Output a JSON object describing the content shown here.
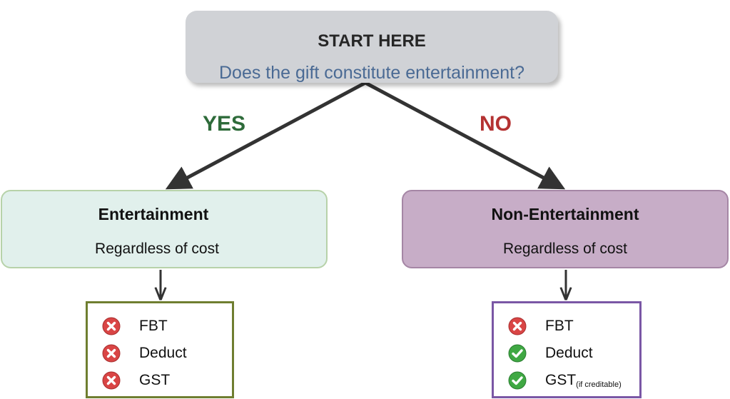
{
  "start": {
    "title": "START HERE",
    "question": "Does the gift constitute entertainment?"
  },
  "branches": {
    "yes_label": "YES",
    "no_label": "NO"
  },
  "entertainment": {
    "title": "Entertainment",
    "subtitle": "Regardless of cost",
    "results": [
      {
        "label": "FBT",
        "suffix": "",
        "status": "cross",
        "icon": "red-x-icon"
      },
      {
        "label": "Deduct",
        "suffix": "",
        "status": "cross",
        "icon": "red-x-icon"
      },
      {
        "label": "GST",
        "suffix": "",
        "status": "cross",
        "icon": "red-x-icon"
      }
    ]
  },
  "non_entertainment": {
    "title": "Non-Entertainment",
    "subtitle": "Regardless of cost",
    "results": [
      {
        "label": "FBT",
        "suffix": "",
        "status": "cross",
        "icon": "red-x-icon"
      },
      {
        "label": "Deduct",
        "suffix": "",
        "status": "check",
        "icon": "green-check-icon"
      },
      {
        "label": "GST",
        "suffix": "(if creditable)",
        "status": "check",
        "icon": "green-check-icon"
      }
    ]
  },
  "colors": {
    "yes": "#2e6b3a",
    "no": "#b43232",
    "cross": "#d94545",
    "check": "#3fa843",
    "arrow": "#333333"
  }
}
